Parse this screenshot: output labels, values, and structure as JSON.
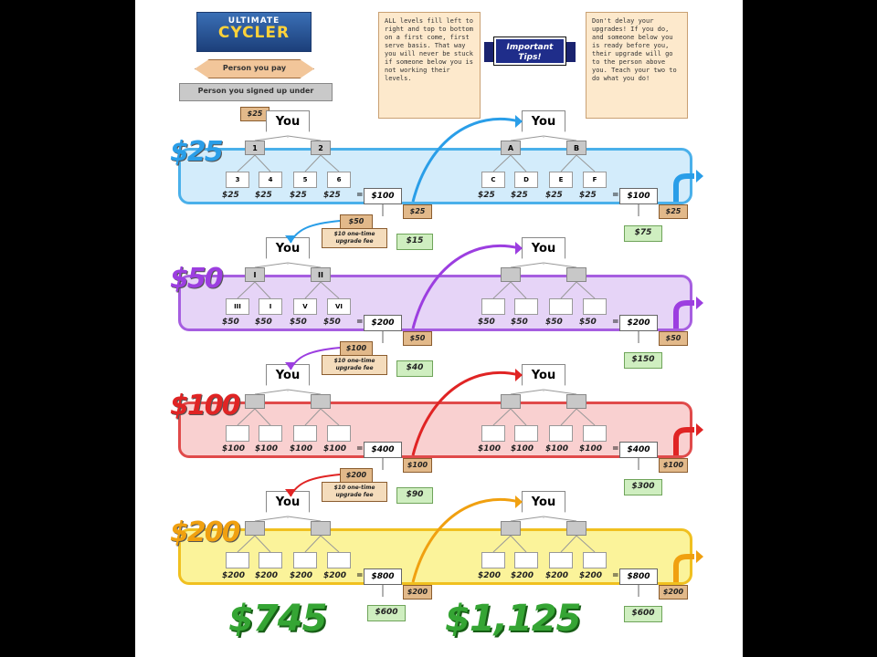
{
  "logo": {
    "line1": "ULTIMATE",
    "line2": "CYCLER"
  },
  "legend": {
    "pay_label": "Person you pay",
    "signup_label": "Person you signed up under",
    "top_amount": "$25"
  },
  "tips": {
    "left_text": "ALL levels fill left to right and top to bottom on a first come, first serve basis. That way you will never be stuck if someone below you is not working their levels.",
    "banner": "Important Tips!",
    "right_text": "Don't delay your upgrades! If you do, and someone below you is ready before you, their upgrade will go to the person above you. Teach your two to do what you do!"
  },
  "you_label": "You",
  "levels": [
    {
      "amount": "$25",
      "color": "#2a9ee8",
      "band": "#d3ecfb",
      "border": "#4ab0ea",
      "left_nodes": [
        "1",
        "2"
      ],
      "right_nodes": [
        "A",
        "B"
      ],
      "left_leaves": [
        "3",
        "4",
        "5",
        "6"
      ],
      "right_leaves": [
        "C",
        "D",
        "E",
        "F"
      ],
      "leaf_amount": "$25",
      "total": "$100",
      "pass_amount": "$25",
      "next_pay": "$50",
      "fee": "$10 one-time upgrade fee",
      "keep": "$15",
      "right_keep": "$75"
    },
    {
      "amount": "$50",
      "color": "#9c3ee0",
      "band": "#e6d4f7",
      "border": "#a65ee0",
      "left_nodes": [
        "I",
        "II"
      ],
      "right_nodes": [
        "",
        ""
      ],
      "left_leaves": [
        "III",
        "I",
        "V",
        "VI"
      ],
      "right_leaves": [
        "",
        "",
        "",
        ""
      ],
      "leaf_amount": "$50",
      "total": "$200",
      "pass_amount": "$50",
      "next_pay": "$100",
      "fee": "$10 one-time upgrade fee",
      "keep": "$40",
      "right_keep": "$150"
    },
    {
      "amount": "$100",
      "color": "#e02424",
      "band": "#f9d0d0",
      "border": "#e04a4a",
      "left_nodes": [
        "",
        ""
      ],
      "right_nodes": [
        "",
        ""
      ],
      "left_leaves": [
        "",
        "",
        "",
        ""
      ],
      "right_leaves": [
        "",
        "",
        "",
        ""
      ],
      "leaf_amount": "$100",
      "total": "$400",
      "pass_amount": "$100",
      "next_pay": "$200",
      "fee": "$10 one-time upgrade fee",
      "keep": "$90",
      "right_keep": "$300"
    },
    {
      "amount": "$200",
      "color": "#f0a010",
      "band": "#fbf39a",
      "border": "#f0c020",
      "left_nodes": [
        "",
        ""
      ],
      "right_nodes": [
        "",
        ""
      ],
      "left_leaves": [
        "",
        "",
        "",
        ""
      ],
      "right_leaves": [
        "",
        "",
        "",
        ""
      ],
      "leaf_amount": "$200",
      "total": "$800",
      "pass_amount": "$200",
      "next_pay": "",
      "fee": "",
      "keep": "$600",
      "right_keep": "$600"
    }
  ],
  "totals": {
    "left": "$745",
    "right": "$1,125"
  }
}
